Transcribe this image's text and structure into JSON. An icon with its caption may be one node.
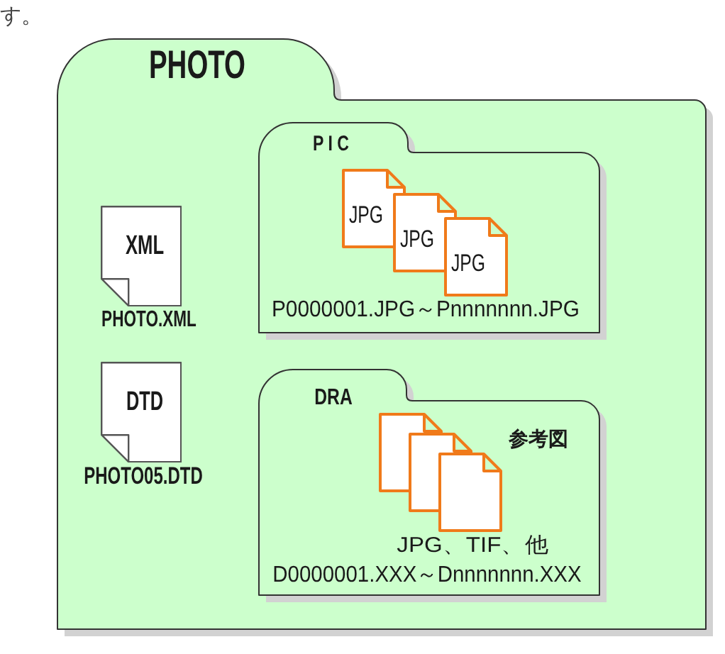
{
  "diagram": {
    "nodes": [
      {
        "text": [
          "PHOTO"
        ]
      },
      {
        "text": [
          "XML"
        ],
        "beside": [
          "PHOTO.XML"
        ],
        "in": 0
      },
      {
        "text": [
          "DTD"
        ],
        "beside": [
          "PHOTO05.DTD"
        ],
        "in": 0
      },
      {
        "text": [
          "PIC",
          "P0000001.JPG～Pnnnnnnn.JPG"
        ],
        "in": 0
      },
      {
        "text": [
          "JPG"
        ],
        "in": 3
      },
      {
        "text": [
          "JPG"
        ],
        "in": 3
      },
      {
        "text": [
          "JPG"
        ],
        "in": 3
      },
      {
        "text": [
          "DRA",
          "参考図",
          "JPG、TIF、他",
          "D0000001.XXX～Dnnnnnnn.XXX"
        ],
        "in": 0
      },
      {
        "text": [],
        "shape": "document",
        "in": 7
      },
      {
        "text": [],
        "shape": "document",
        "in": 7
      },
      {
        "text": [],
        "shape": "document",
        "in": 7
      }
    ],
    "labels": [
      "す。"
    ]
  }
}
